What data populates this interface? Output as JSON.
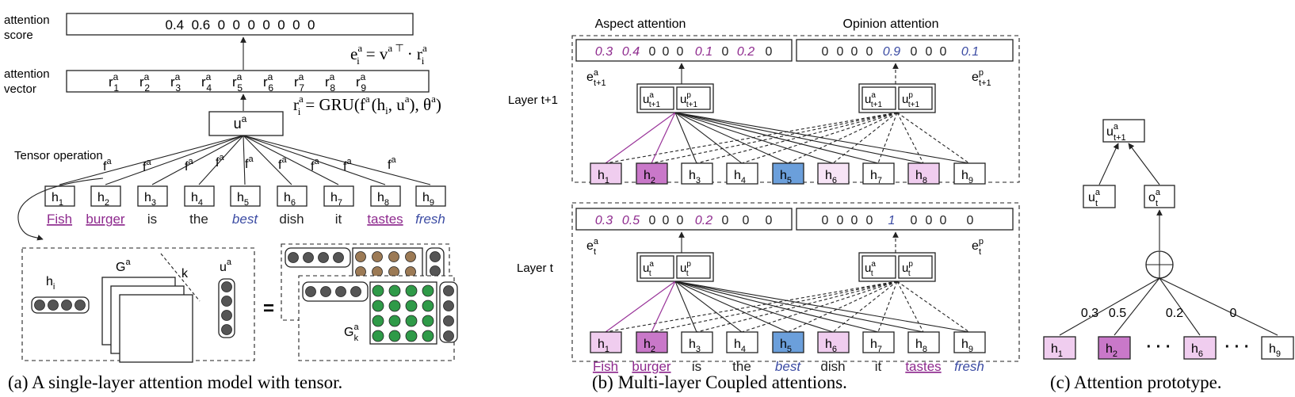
{
  "colors": {
    "purple": "#8e2a8e",
    "blue": "#3b4ba3",
    "h_light": "#f0cdef",
    "h_medium": "#dfa3df",
    "h_dark": "#c978c9",
    "h_blue": "#6b9fdb",
    "h_pale": "#f7e4f6",
    "dot_gray": "#555555",
    "dot_brown": "#9c7a55",
    "dot_green": "#2f9a48"
  },
  "captions": {
    "a": "(a) A single-layer attention model with tensor.",
    "b": "(b) Multi-layer Coupled attentions.",
    "c": "(c) Attention prototype."
  },
  "sentence": [
    "Fish",
    "burger",
    "is",
    "the",
    "best",
    "dish",
    "it",
    "tastes",
    "fresh"
  ],
  "panel_a": {
    "score_label": [
      "attention",
      "score"
    ],
    "scores": "0.4  0.6  0  0  0  0  0  0  0",
    "vector_label": [
      "attention",
      "vector"
    ],
    "eq1": "e",
    "eq2": "r",
    "tensor_label": "Tensor operation",
    "hi": "h",
    "Ga": "G",
    "k": "k",
    "Gak": "G",
    "ua": "u"
  },
  "panel_b": {
    "aspect_title": "Aspect attention",
    "opinion_title": "Opinion attention",
    "layer_t1": "Layer t+1",
    "layer_t": "Layer t",
    "t1_aspect_scores": [
      "0.3",
      "0.4",
      "0",
      "0",
      "0",
      "0.1",
      "0",
      "0.2",
      "0"
    ],
    "t1_opinion_scores": [
      "0",
      "0",
      "0",
      "0",
      "0.9",
      "0",
      "0",
      "0",
      "0.1"
    ],
    "t_aspect_scores": [
      "0.3",
      "0.5",
      "0",
      "0",
      "0",
      "0.2",
      "0",
      "0",
      "0"
    ],
    "t_opinion_scores": [
      "0",
      "0",
      "0",
      "0",
      "1",
      "0",
      "0",
      "0",
      "0"
    ]
  },
  "panel_c": {
    "weights": [
      "0.3",
      "0.5",
      "0.2",
      "0"
    ],
    "dots": "· · ·"
  }
}
